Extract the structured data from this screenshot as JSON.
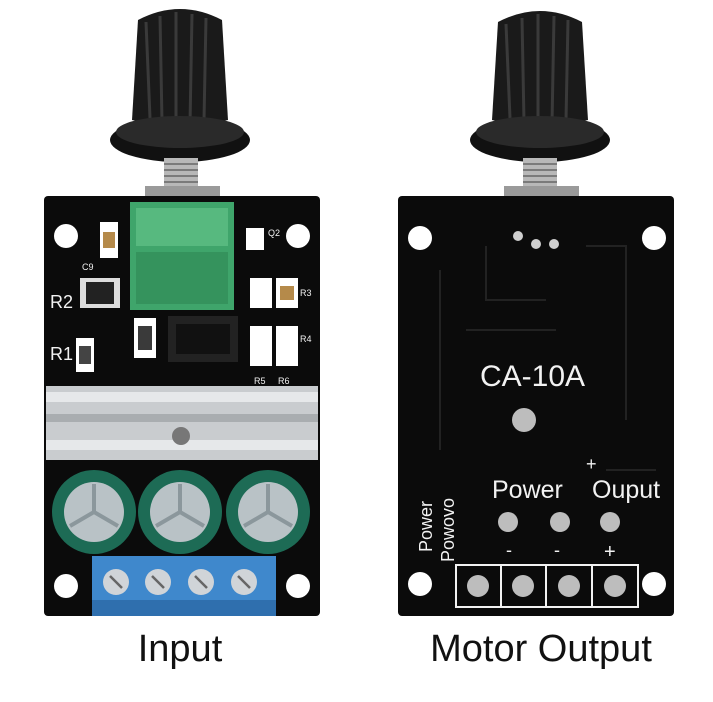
{
  "captions": {
    "left": "Input",
    "right": "Motor Output"
  },
  "front_board": {
    "labels": {
      "r2": "R2",
      "r1": "R1",
      "c9": "C9",
      "q2": "Q2",
      "r3": "R3",
      "r4": "R4",
      "r5": "R5",
      "r6": "R6"
    },
    "capacitor_count": 3,
    "terminal_count": 4
  },
  "back_board": {
    "model": "CA-10A",
    "power_label": "Power",
    "output_label": "Ouput",
    "plus_sign": "+",
    "minus_sign": "-",
    "side_text_1": "Power",
    "side_text_2": "Powovo"
  },
  "colors": {
    "pcb": "#0b0b0b",
    "silkscreen": "#f2f2f2",
    "potentiometer": "#3fa56b",
    "terminal_block": "#3f88cc",
    "capacitor": "#1d6b55",
    "heatsink": "#c9cccf"
  }
}
